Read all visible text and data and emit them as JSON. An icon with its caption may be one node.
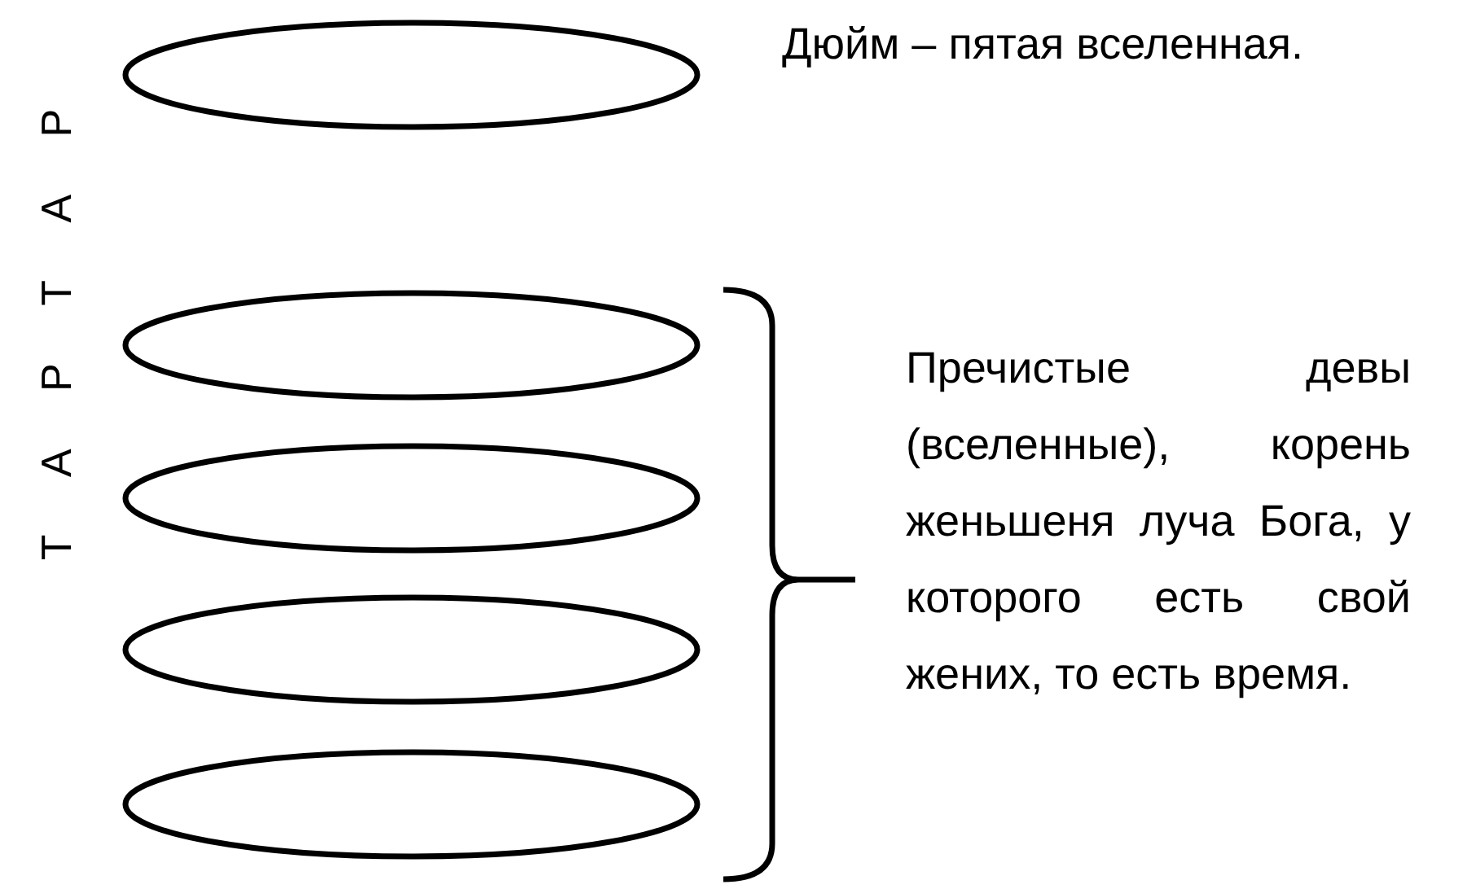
{
  "diagram": {
    "nodes": [
      {
        "text": [],
        "shape": "ellipse",
        "beside": [
          "Дюйм – пятая вселенная."
        ]
      },
      {
        "text": [],
        "shape": "ellipse"
      },
      {
        "text": [],
        "shape": "ellipse"
      },
      {
        "text": [],
        "shape": "ellipse"
      },
      {
        "text": [],
        "shape": "ellipse"
      }
    ],
    "edges": [],
    "labels": [
      "Т А Р Т А Р",
      "Пречистые девы (вселенные), корень женьшеня луча Бога, у которого есть свой жених, то есть время."
    ]
  }
}
